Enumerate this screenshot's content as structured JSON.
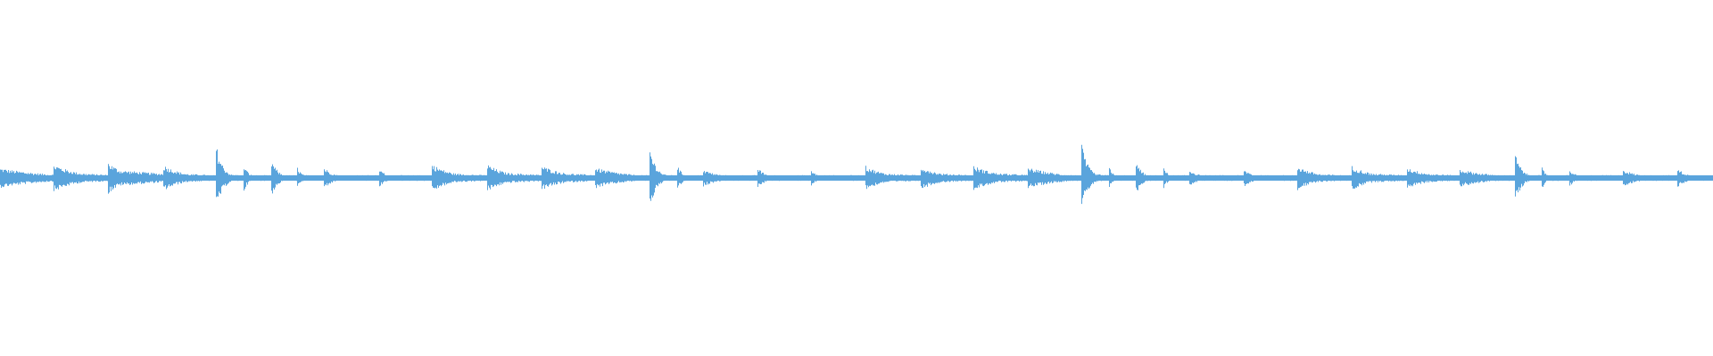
{
  "waveform": {
    "color": "#5aa4dc",
    "background": "#ffffff",
    "peak_amplitude": 0.1,
    "baseline_amplitude": 0.008,
    "transients": [
      {
        "t": 0.0,
        "a": 0.028,
        "decay": 0.03,
        "sustain": 0.25
      },
      {
        "t": 0.031,
        "a": 0.04,
        "decay": 0.015,
        "sustain": 0.45
      },
      {
        "t": 0.063,
        "a": 0.045,
        "decay": 0.01,
        "sustain": 0.55
      },
      {
        "t": 0.095,
        "a": 0.038,
        "decay": 0.012,
        "sustain": 0.4
      },
      {
        "t": 0.126,
        "a": 0.095,
        "decay": 0.004,
        "sustain": 0.15
      },
      {
        "t": 0.142,
        "a": 0.04,
        "decay": 0.003,
        "sustain": 0.1
      },
      {
        "t": 0.158,
        "a": 0.055,
        "decay": 0.004,
        "sustain": 0.15
      },
      {
        "t": 0.173,
        "a": 0.035,
        "decay": 0.003,
        "sustain": 0.1
      },
      {
        "t": 0.189,
        "a": 0.03,
        "decay": 0.006,
        "sustain": 0.2
      },
      {
        "t": 0.221,
        "a": 0.03,
        "decay": 0.004,
        "sustain": 0.1
      },
      {
        "t": 0.252,
        "a": 0.04,
        "decay": 0.012,
        "sustain": 0.4
      },
      {
        "t": 0.284,
        "a": 0.04,
        "decay": 0.012,
        "sustain": 0.45
      },
      {
        "t": 0.316,
        "a": 0.035,
        "decay": 0.015,
        "sustain": 0.5
      },
      {
        "t": 0.347,
        "a": 0.03,
        "decay": 0.02,
        "sustain": 0.4
      },
      {
        "t": 0.379,
        "a": 0.09,
        "decay": 0.004,
        "sustain": 0.15
      },
      {
        "t": 0.395,
        "a": 0.04,
        "decay": 0.003,
        "sustain": 0.1
      },
      {
        "t": 0.41,
        "a": 0.025,
        "decay": 0.01,
        "sustain": 0.3
      },
      {
        "t": 0.442,
        "a": 0.03,
        "decay": 0.005,
        "sustain": 0.2
      },
      {
        "t": 0.473,
        "a": 0.025,
        "decay": 0.004,
        "sustain": 0.15
      },
      {
        "t": 0.505,
        "a": 0.035,
        "decay": 0.012,
        "sustain": 0.45
      },
      {
        "t": 0.537,
        "a": 0.035,
        "decay": 0.012,
        "sustain": 0.45
      },
      {
        "t": 0.568,
        "a": 0.035,
        "decay": 0.015,
        "sustain": 0.5
      },
      {
        "t": 0.6,
        "a": 0.03,
        "decay": 0.02,
        "sustain": 0.4
      },
      {
        "t": 0.631,
        "a": 0.1,
        "decay": 0.004,
        "sustain": 0.15
      },
      {
        "t": 0.647,
        "a": 0.035,
        "decay": 0.003,
        "sustain": 0.1
      },
      {
        "t": 0.663,
        "a": 0.045,
        "decay": 0.004,
        "sustain": 0.15
      },
      {
        "t": 0.679,
        "a": 0.03,
        "decay": 0.003,
        "sustain": 0.1
      },
      {
        "t": 0.694,
        "a": 0.025,
        "decay": 0.006,
        "sustain": 0.2
      },
      {
        "t": 0.726,
        "a": 0.025,
        "decay": 0.006,
        "sustain": 0.25
      },
      {
        "t": 0.757,
        "a": 0.035,
        "decay": 0.012,
        "sustain": 0.4
      },
      {
        "t": 0.789,
        "a": 0.035,
        "decay": 0.012,
        "sustain": 0.45
      },
      {
        "t": 0.821,
        "a": 0.03,
        "decay": 0.015,
        "sustain": 0.5
      },
      {
        "t": 0.852,
        "a": 0.025,
        "decay": 0.02,
        "sustain": 0.4
      },
      {
        "t": 0.884,
        "a": 0.075,
        "decay": 0.004,
        "sustain": 0.15
      },
      {
        "t": 0.9,
        "a": 0.03,
        "decay": 0.003,
        "sustain": 0.1
      },
      {
        "t": 0.916,
        "a": 0.025,
        "decay": 0.004,
        "sustain": 0.15
      },
      {
        "t": 0.947,
        "a": 0.025,
        "decay": 0.01,
        "sustain": 0.3
      },
      {
        "t": 0.979,
        "a": 0.028,
        "decay": 0.006,
        "sustain": 0.2
      }
    ]
  }
}
